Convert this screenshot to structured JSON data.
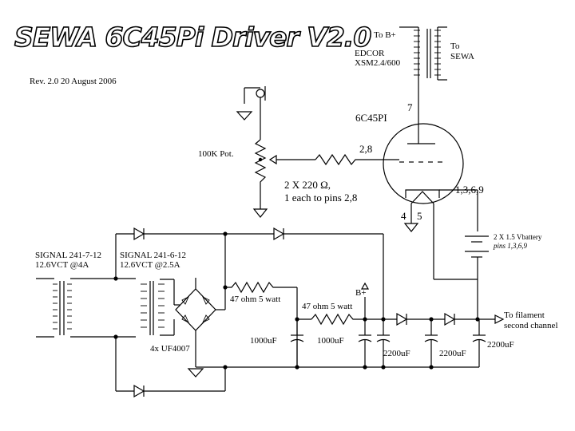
{
  "title": "SEWA 6C45Pi Driver V2.0",
  "revision": "Rev. 2.0 20 August 2006",
  "labels": {
    "to_bplus": "To B+",
    "edcor_line1": "EDCOR",
    "edcor_line2": "XSM2.4/600",
    "to_sewa_line1": "To",
    "to_sewa_line2": "SEWA",
    "pin7": "7",
    "tube": "6C45PI",
    "pot": "100K Pot.",
    "pin28": "2,8",
    "res_220_line1": "2 X 220 Ω,",
    "res_220_line2": "1 each to pins 2,8",
    "pin1369": "1,3,6,9",
    "pin4": "4",
    "pin5": "5",
    "battery_line1": "2 X 1.5 Vbattery",
    "battery_line2": "pins 1,3,6,9",
    "xfmr1_line1": "SIGNAL 241-7-12",
    "xfmr1_line2": "12.6VCT @4A",
    "xfmr2_line1": "SIGNAL 241-6-12",
    "xfmr2_line2": "12.6VCT @2.5A",
    "res47a": "47 ohm 5 watt",
    "res47b": "47 ohm 5 watt",
    "bplus": "B+",
    "bridge": "4x UF4007",
    "cap1": "1000uF",
    "cap2": "1000uF",
    "cap3": "2200uF",
    "cap4": "2200uF",
    "cap5": "2200uF",
    "filament_line1": "To filament",
    "filament_line2": "second channel"
  }
}
